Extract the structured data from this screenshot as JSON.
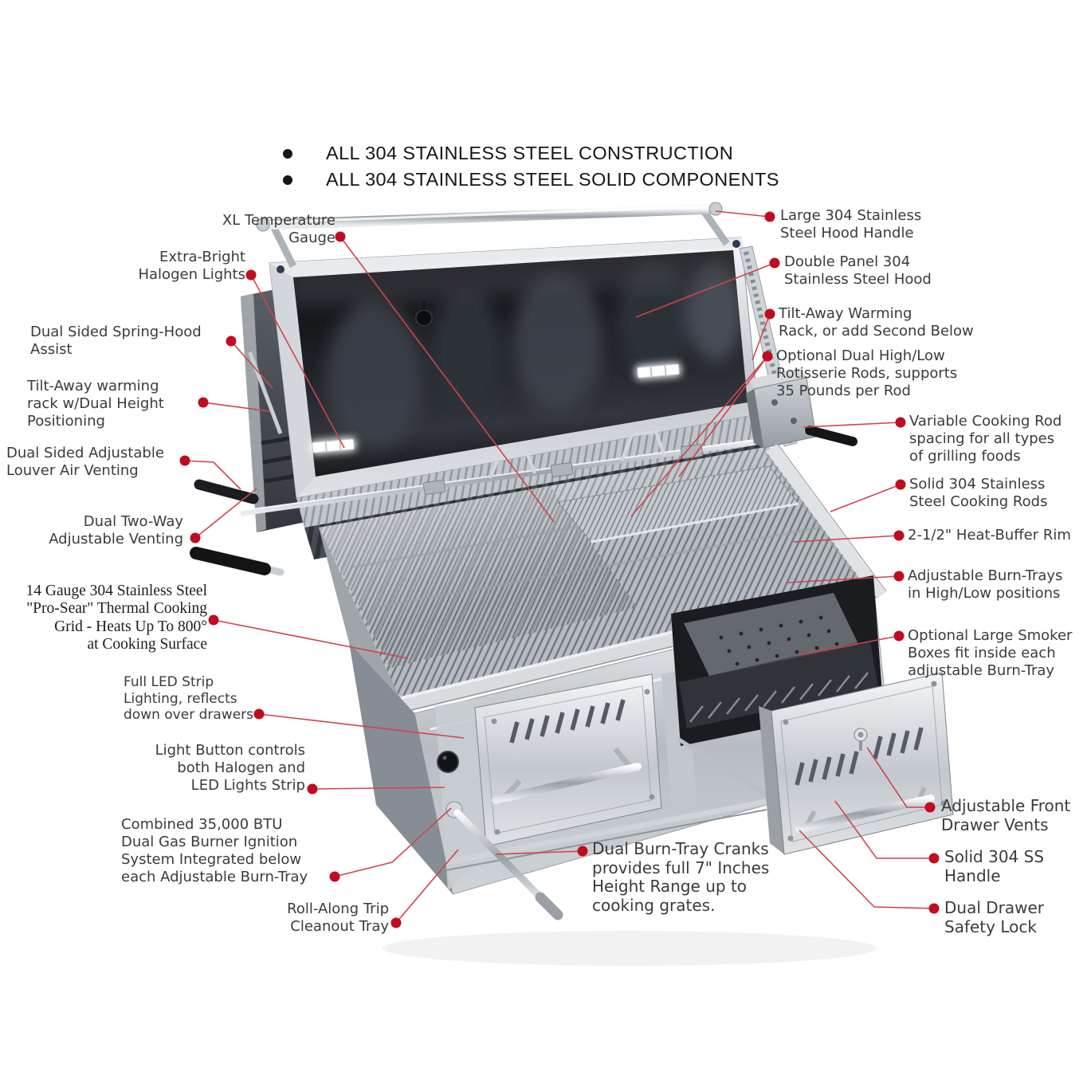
{
  "header": {
    "bullets": [
      "ALL 304 STAINLESS STEEL CONSTRUCTION",
      "ALL 304 STAINLESS STEEL SOLID COMPONENTS"
    ]
  },
  "colors": {
    "dot": "#c00d1e",
    "leader_line": "#cf4450",
    "label_text": "#3b3b3b",
    "background": "#ffffff"
  },
  "callouts": {
    "left": [
      {
        "text": "XL Temperature\nGauge"
      },
      {
        "text": "Extra-Bright\nHalogen Lights"
      },
      {
        "text": "Dual Sided Spring-Hood\nAssist"
      },
      {
        "text": "Tilt-Away warming\nrack w/Dual Height\nPositioning"
      },
      {
        "text": "Dual Sided Adjustable\nLouver Air Venting"
      },
      {
        "text": "Dual Two-Way\nAdjustable Venting"
      },
      {
        "text": "14 Gauge 304 Stainless Steel\n\"Pro-Sear\" Thermal Cooking\nGrid - Heats Up To 800°\nat Cooking Surface"
      },
      {
        "text": "Full LED Strip\nLighting, reflects\ndown over drawers"
      },
      {
        "text": "Light Button controls\nboth Halogen and\nLED Lights Strip"
      },
      {
        "text": "Combined 35,000 BTU\nDual Gas Burner Ignition\nSystem Integrated below\neach Adjustable Burn-Tray"
      },
      {
        "text": "Roll-Along Trip\nCleanout Tray"
      }
    ],
    "right": [
      {
        "text": "Large 304 Stainless\nSteel Hood Handle"
      },
      {
        "text": "Double Panel 304\nStainless Steel Hood"
      },
      {
        "text": "Tilt-Away Warming\nRack, or add Second Below"
      },
      {
        "text": "Optional Dual High/Low\nRotisserie Rods, supports\n35 Pounds per Rod"
      },
      {
        "text": "Variable Cooking Rod\nspacing for all types\nof grilling foods"
      },
      {
        "text": "Solid 304 Stainless\nSteel Cooking Rods"
      },
      {
        "text": "2-1/2\" Heat-Buffer Rim"
      },
      {
        "text": "Adjustable Burn-Trays\nin High/Low positions"
      },
      {
        "text": "Optional Large Smoker\nBoxes fit inside each\nadjustable Burn-Tray"
      },
      {
        "text": "Adjustable Front\nDrawer Vents"
      },
      {
        "text": "Solid 304 SS\nHandle"
      },
      {
        "text": "Dual Drawer\nSafety Lock"
      }
    ],
    "bottom": [
      {
        "text": "Dual Burn-Tray Cranks\nprovides full 7\" Inches\nHeight Range up to\ncooking grates."
      }
    ]
  }
}
